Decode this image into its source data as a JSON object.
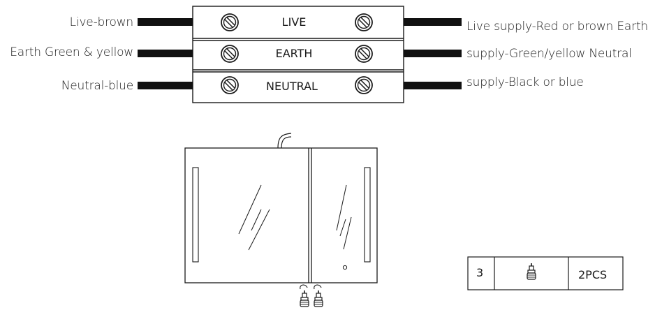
{
  "wiring": {
    "rows": [
      {
        "input_label": "Live-brown",
        "terminal": "LIVE",
        "supply_label": "Live supply-Red or brown Earth"
      },
      {
        "input_label": "Earth Green & yellow",
        "terminal": "EARTH",
        "supply_label": "supply-Green/yellow Neutral"
      },
      {
        "input_label": "Neutral-blue",
        "terminal": "NEUTRAL",
        "supply_label": "supply-Black or blue"
      }
    ]
  },
  "parts_table": {
    "item_number": "3",
    "part_icon": "wall-plug-screw-icon",
    "quantity": "2PCS"
  },
  "colors": {
    "line": "#1a1a1a",
    "wire": "#111111",
    "background": "#ffffff"
  }
}
